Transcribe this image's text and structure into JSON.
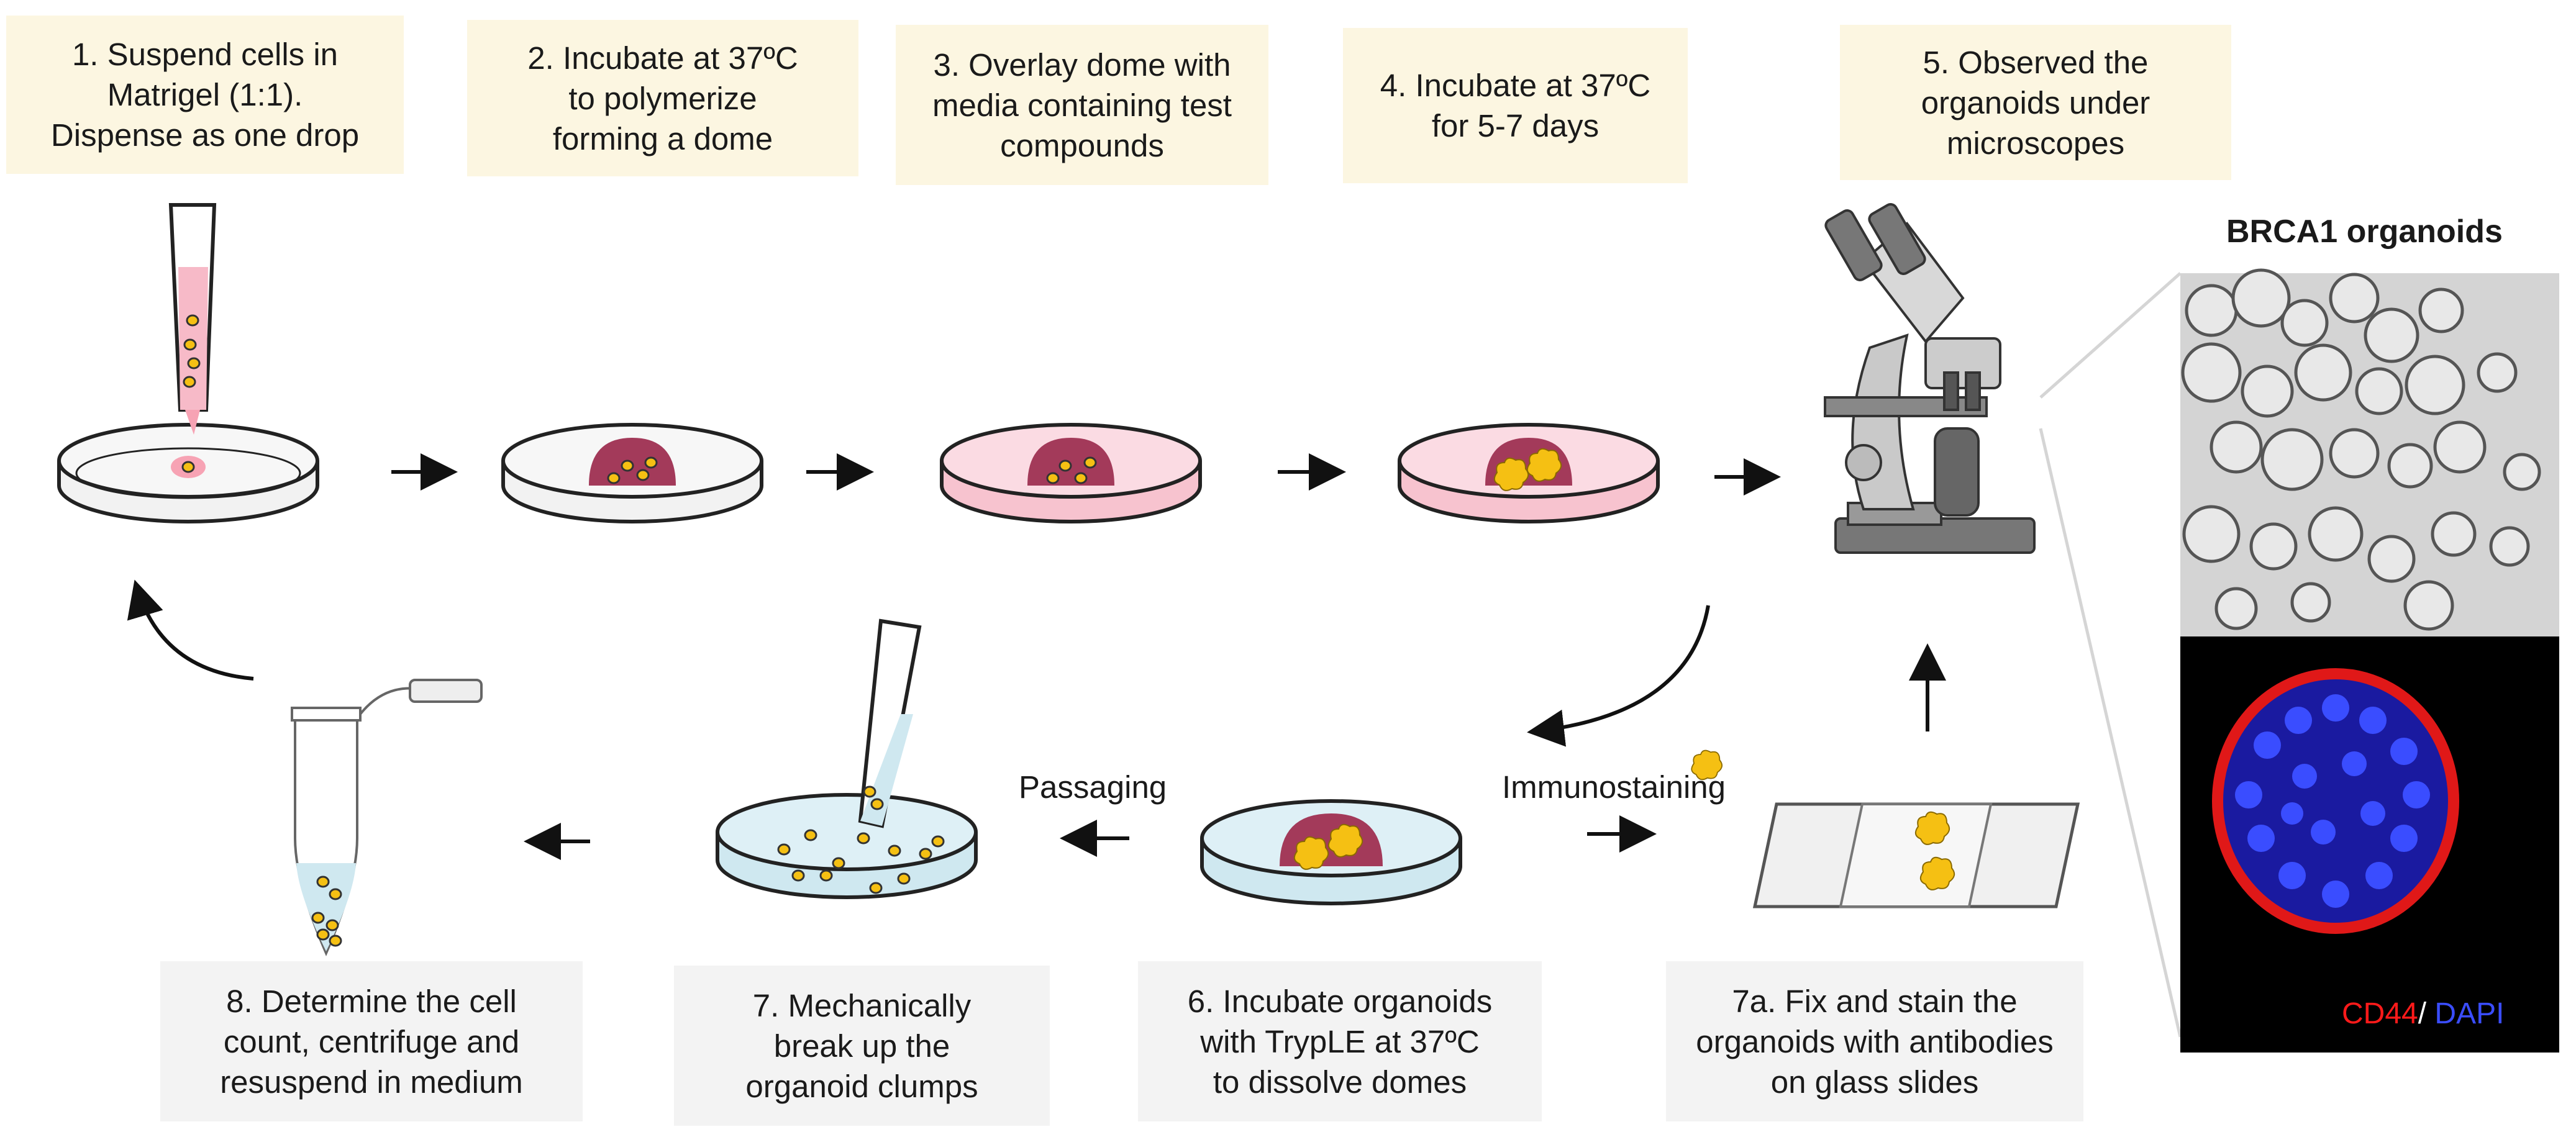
{
  "steps": {
    "s1": "1. Suspend cells in\nMatrigel (1:1).\nDispense as one drop",
    "s2": "2. Incubate at 37ºC\nto polymerize\nforming a dome",
    "s3": "3. Overlay dome with\nmedia containing test\ncompounds",
    "s4": "4. Incubate at 37ºC\nfor 5-7 days",
    "s5": "5. Observed the\norganoids under\nmicroscopes",
    "s6": "6. Incubate organoids\nwith TrypLE at 37ºC\nto dissolve domes",
    "s7": "7. Mechanically\nbreak up the\norganoid clumps",
    "s7a": "7a. Fix and stain the\norganoids with antibodies\non glass slides",
    "s8": "8. Determine the cell\ncount, centrifuge and\nresuspend in medium"
  },
  "labels": {
    "passaging": "Passaging",
    "immunostaining": "Immunostaining",
    "panel_title": "BRCA1 organoids"
  },
  "stain_legend": {
    "marker": "CD44",
    "separator": "/",
    "counterstain": "DAPI"
  },
  "colors": {
    "step_box_top": "#fcf6e1",
    "step_box_bottom": "#f3f3f3",
    "matrigel_pink": "#f7c3cf",
    "dome_maroon": "#a33a5a",
    "organoid_yellow": "#f5c013",
    "medium_blue": "#d3edf5",
    "cd44_red": "#ff1a1a",
    "dapi_blue": "#3a4dff"
  },
  "icons": [
    "pipette-icon",
    "petri-dish-icon",
    "microscope-icon",
    "microcentrifuge-tube-icon",
    "glass-slide-icon",
    "arrow-icon"
  ]
}
